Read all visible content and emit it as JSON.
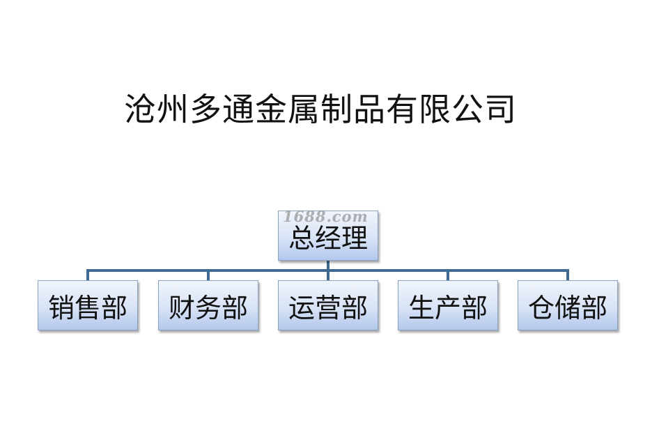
{
  "title": "沧州多通金属制品有限公司",
  "watermark": "1688.com",
  "colors": {
    "connector": "#3f6a93",
    "box_border": "#8aa3c2",
    "box_fill_top": "#f1f5fc",
    "box_fill_bottom": "#b3c8ec"
  },
  "org_chart": {
    "root": {
      "label": "总经理"
    },
    "children": [
      {
        "label": "销售部"
      },
      {
        "label": "财务部"
      },
      {
        "label": "运营部"
      },
      {
        "label": "生产部"
      },
      {
        "label": "仓储部"
      }
    ]
  }
}
